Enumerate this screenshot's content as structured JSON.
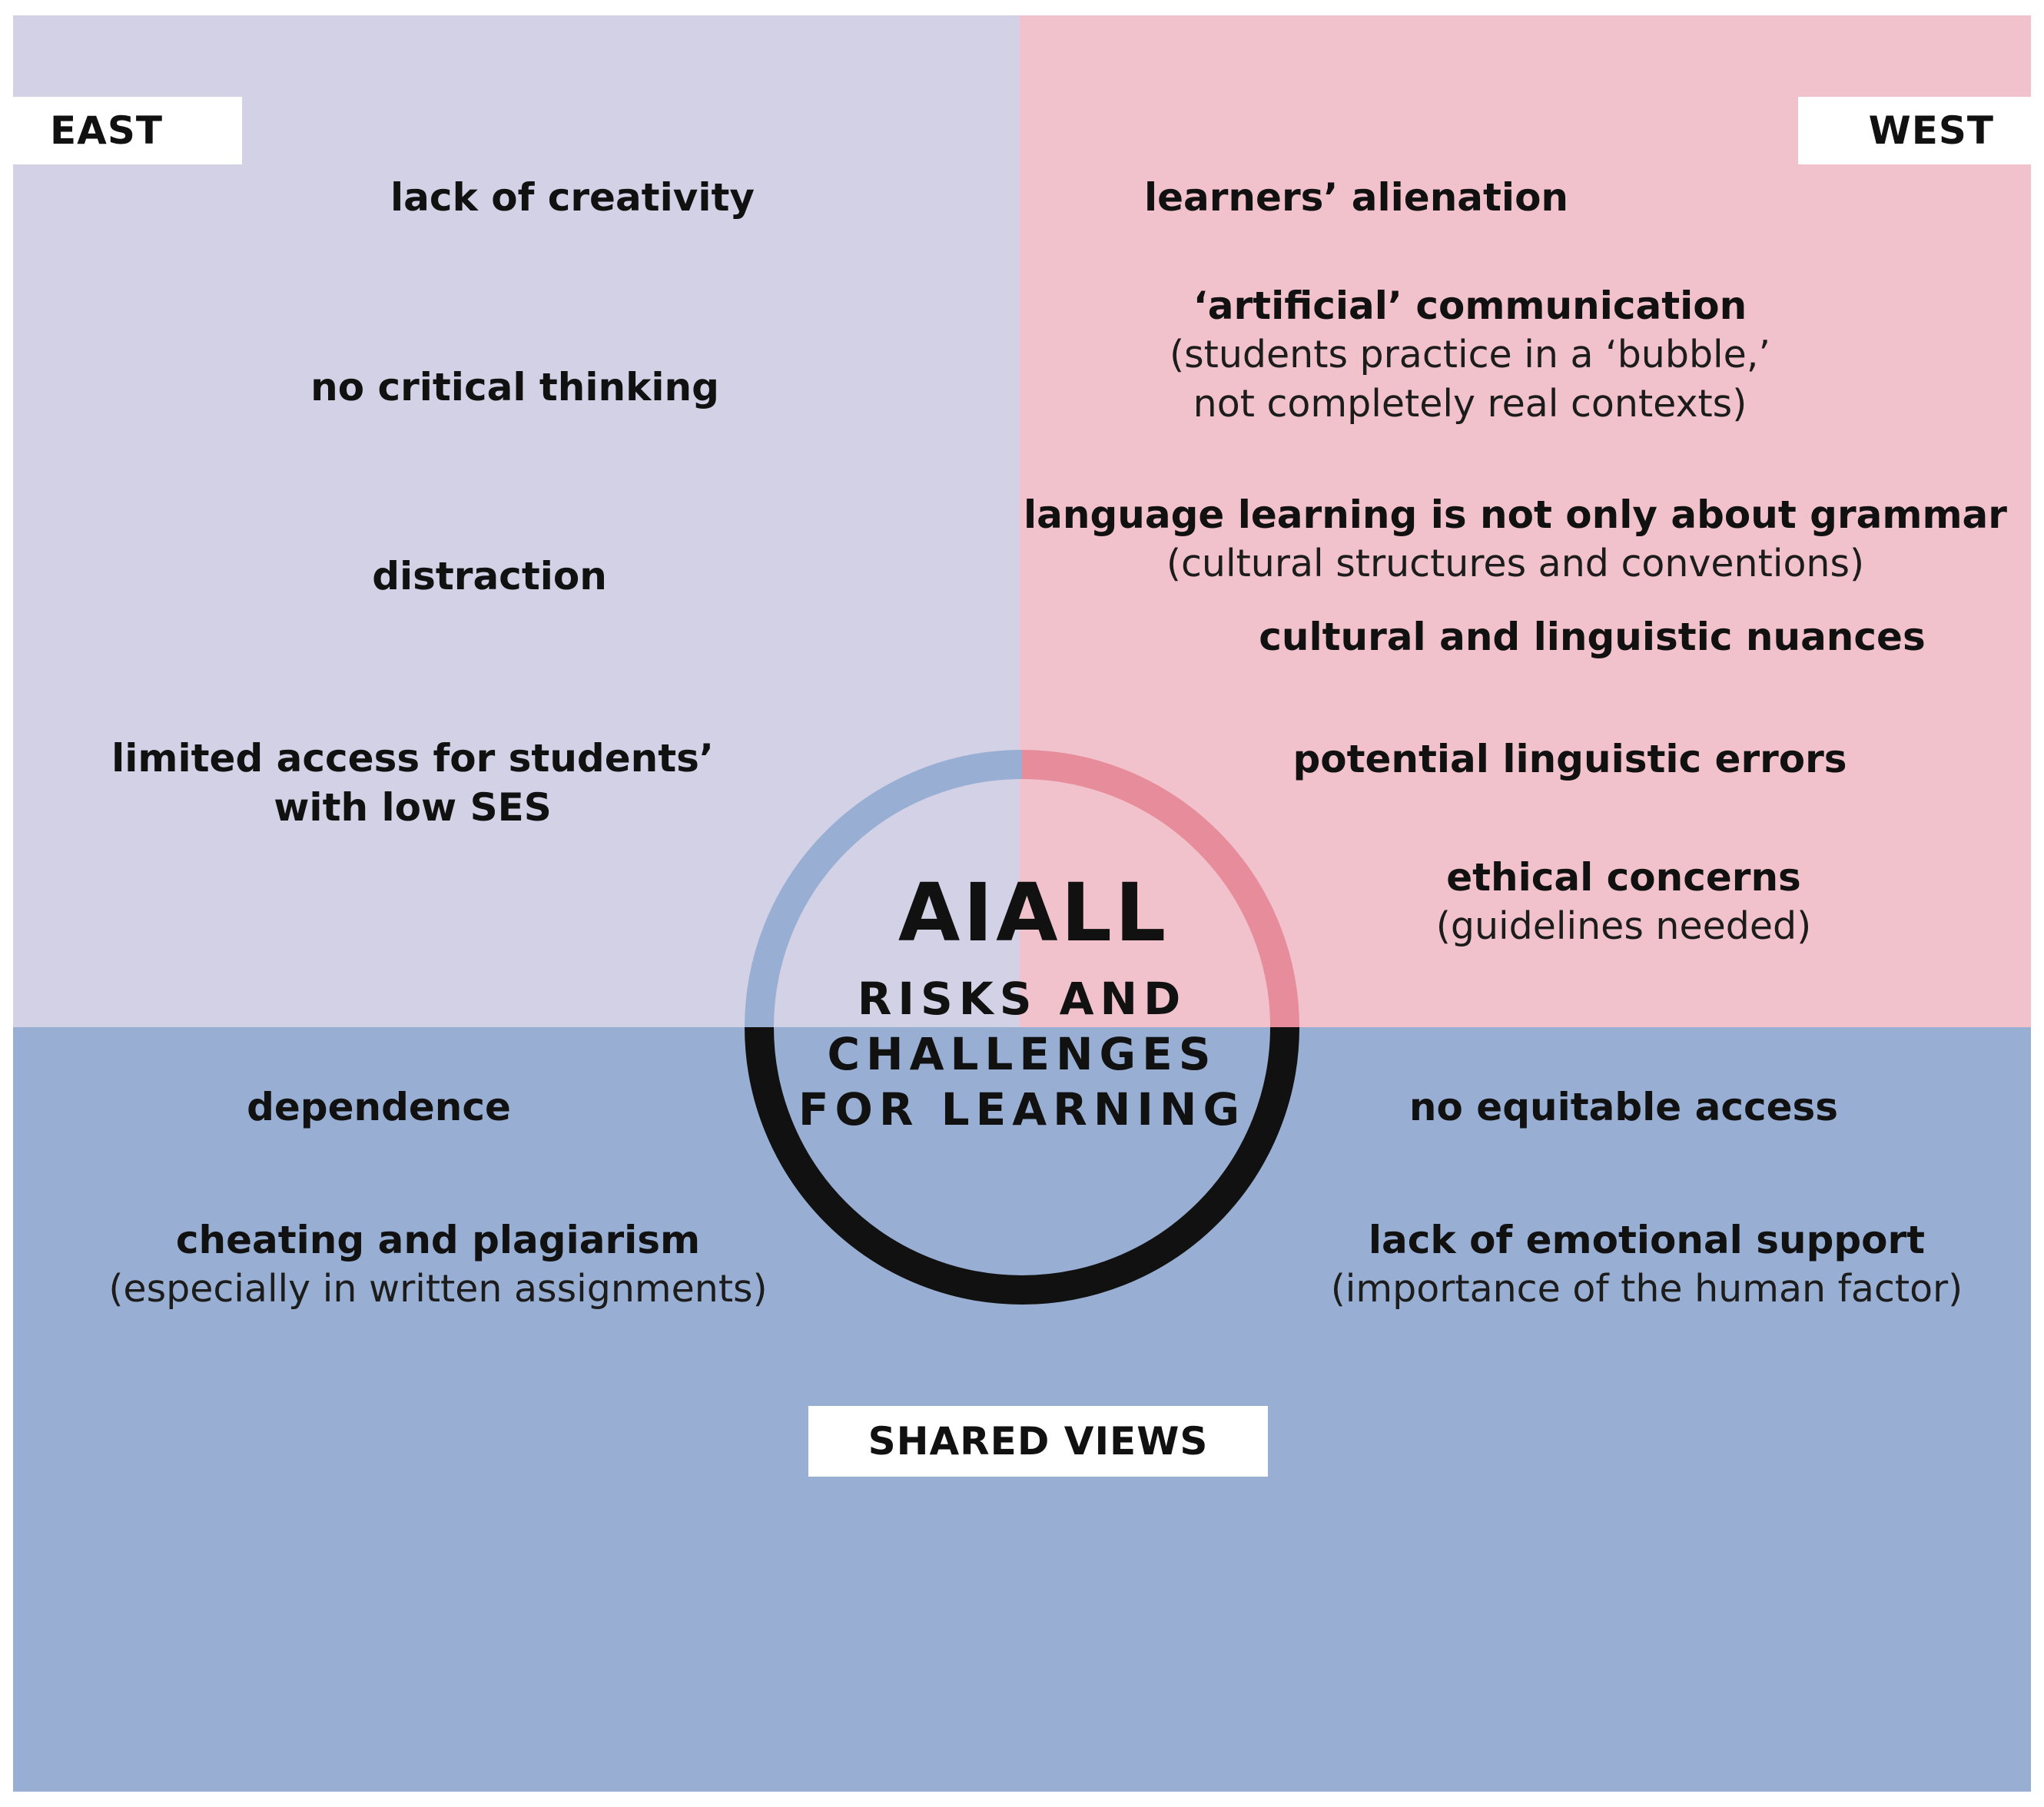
{
  "labels": {
    "east": "EAST",
    "west": "WEST",
    "shared": "SHARED VIEWS"
  },
  "center": {
    "title": "AIALL",
    "subtitle_lines": [
      "RISKS AND",
      "CHALLENGES",
      "FOR LEARNING"
    ]
  },
  "east_items": [
    {
      "title": "lack of creativity"
    },
    {
      "title": "no critical thinking"
    },
    {
      "title": "distraction"
    },
    {
      "title": "limited access for students’",
      "title_line2": "with low SES"
    }
  ],
  "west_items": [
    {
      "title": "learners’ alienation"
    },
    {
      "title": "‘artificial’ communication",
      "detail": "(students practice in a ‘bubble,’",
      "detail_line2": "not completely real contexts)"
    },
    {
      "title": "language learning is not only about grammar",
      "detail": "(cultural structures and conventions)"
    },
    {
      "title": "cultural and linguistic nuances"
    },
    {
      "title": "potential linguistic errors"
    },
    {
      "title": "ethical concerns",
      "detail": "(guidelines needed)"
    }
  ],
  "shared_items": [
    {
      "title": "dependence"
    },
    {
      "title": "cheating and plagiarism",
      "detail": "(especially in written assignments)"
    },
    {
      "title": "no equitable access"
    },
    {
      "title": "lack of emotional support",
      "detail": "(importance of the human factor)"
    }
  ],
  "colors": {
    "east_bg": "#d3d1e5",
    "west_bg": "#f1c2cc",
    "shared_bg": "#98afd3",
    "ring_east": "#98afd3",
    "ring_west": "#e78c9a",
    "ring_shared": "#111111"
  }
}
